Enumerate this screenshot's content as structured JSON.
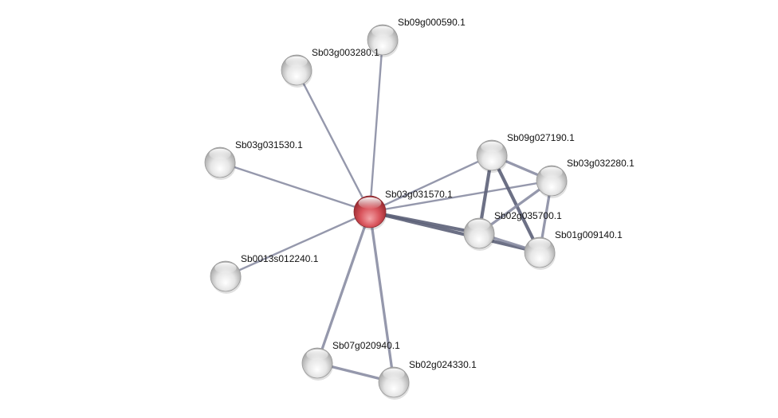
{
  "network": {
    "query_node": "Sb03g031570.1",
    "colors": {
      "query_node": "#d9545c",
      "neighbor_node": "#e4e4e4",
      "edge": "#8a8da3",
      "edge_strong": "#5c6078",
      "label": "#111111"
    },
    "nodes": [
      {
        "id": "n0",
        "label": "Sb03g031570.1",
        "query": true
      },
      {
        "id": "n1",
        "label": "Sb09g000590.1"
      },
      {
        "id": "n2",
        "label": "Sb03g003280.1"
      },
      {
        "id": "n3",
        "label": "Sb03g031530.1"
      },
      {
        "id": "n4",
        "label": "Sb0013s012240.1"
      },
      {
        "id": "n5",
        "label": "Sb07g020940.1"
      },
      {
        "id": "n6",
        "label": "Sb02g024330.1"
      },
      {
        "id": "n7",
        "label": "Sb09g027190.1"
      },
      {
        "id": "n8",
        "label": "Sb03g032280.1"
      },
      {
        "id": "n9",
        "label": "Sb02g035700.1"
      },
      {
        "id": "n10",
        "label": "Sb01g009140.1"
      }
    ],
    "edges": [
      {
        "source": "n0",
        "target": "n1",
        "strength": 1
      },
      {
        "source": "n0",
        "target": "n2",
        "strength": 1
      },
      {
        "source": "n0",
        "target": "n3",
        "strength": 1
      },
      {
        "source": "n0",
        "target": "n4",
        "strength": 1
      },
      {
        "source": "n0",
        "target": "n5",
        "strength": 2
      },
      {
        "source": "n0",
        "target": "n6",
        "strength": 2
      },
      {
        "source": "n5",
        "target": "n6",
        "strength": 2
      },
      {
        "source": "n0",
        "target": "n7",
        "strength": 1
      },
      {
        "source": "n0",
        "target": "n8",
        "strength": 1
      },
      {
        "source": "n0",
        "target": "n9",
        "strength": 3
      },
      {
        "source": "n0",
        "target": "n10",
        "strength": 3
      },
      {
        "source": "n7",
        "target": "n8",
        "strength": 2
      },
      {
        "source": "n7",
        "target": "n9",
        "strength": 3
      },
      {
        "source": "n7",
        "target": "n10",
        "strength": 3
      },
      {
        "source": "n8",
        "target": "n9",
        "strength": 2
      },
      {
        "source": "n8",
        "target": "n10",
        "strength": 2
      },
      {
        "source": "n9",
        "target": "n10",
        "strength": 2
      }
    ]
  }
}
